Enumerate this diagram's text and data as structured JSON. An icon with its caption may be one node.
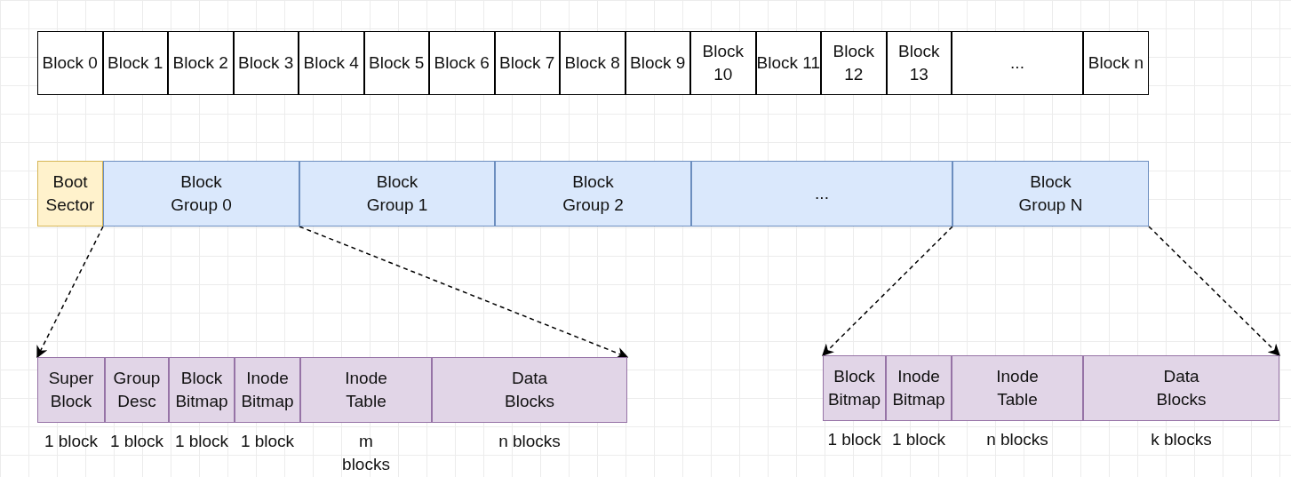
{
  "diagram": {
    "nodes": [
      {
        "text": [
          "Block 0"
        ]
      },
      {
        "text": [
          "Block 1"
        ]
      },
      {
        "text": [
          "Block 2"
        ]
      },
      {
        "text": [
          "Block 3"
        ]
      },
      {
        "text": [
          "Block 4"
        ]
      },
      {
        "text": [
          "Block 5"
        ]
      },
      {
        "text": [
          "Block 6"
        ]
      },
      {
        "text": [
          "Block 7"
        ]
      },
      {
        "text": [
          "Block 8"
        ]
      },
      {
        "text": [
          "Block 9"
        ]
      },
      {
        "text": [
          "Block 10"
        ]
      },
      {
        "text": [
          "Block 11"
        ]
      },
      {
        "text": [
          "Block 12"
        ]
      },
      {
        "text": [
          "Block 13"
        ]
      },
      {
        "text": [
          "..."
        ]
      },
      {
        "text": [
          "Block n"
        ]
      },
      {
        "text": [
          "Boot Sector"
        ]
      },
      {
        "text": [
          "Block Group 0"
        ]
      },
      {
        "text": [
          "Block Group 1"
        ]
      },
      {
        "text": [
          "Block Group 2"
        ]
      },
      {
        "text": [
          "..."
        ]
      },
      {
        "text": [
          "Block Group N"
        ]
      },
      {
        "text": [
          "Super Block"
        ]
      },
      {
        "text": [
          "Group Desc"
        ]
      },
      {
        "text": [
          "Block Bitmap"
        ]
      },
      {
        "text": [
          "Inode Bitmap"
        ]
      },
      {
        "text": [
          "Inode Table"
        ]
      },
      {
        "text": [
          "Data Blocks"
        ]
      },
      {
        "text": [
          "Block Bitmap"
        ]
      },
      {
        "text": [
          "Inode Bitmap"
        ]
      },
      {
        "text": [
          "Inode Table"
        ]
      },
      {
        "text": [
          "Data Blocks"
        ]
      }
    ],
    "edges": [
      {
        "from": 17,
        "to": 22,
        "arrow": "to",
        "style": "dashed"
      },
      {
        "from": 17,
        "to": 27,
        "arrow": "to",
        "style": "dashed"
      },
      {
        "from": 21,
        "to": 28,
        "arrow": "to",
        "style": "dashed"
      },
      {
        "from": 21,
        "to": 31,
        "arrow": "to",
        "style": "dashed"
      }
    ],
    "labels": [
      "1 block",
      "1 block",
      "1 block",
      "1 block",
      "m blocks",
      "n blocks",
      "1 block",
      "1 block",
      "n blocks",
      "k blocks"
    ]
  }
}
